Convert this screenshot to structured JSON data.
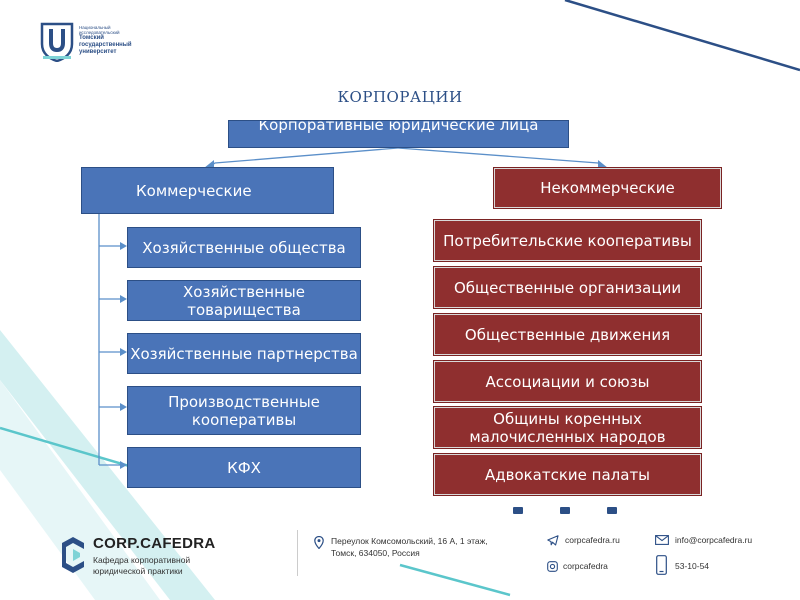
{
  "title": "КОРПОРАЦИИ",
  "root": {
    "label": "Корпоративные юридические лица"
  },
  "branches": {
    "commercial": {
      "label": "Коммерческие",
      "items": [
        "Хозяйственные общества",
        "Хозяйственные товарищества",
        "Хозяйственные партнерства",
        "Производственные кооперативы",
        "КФХ"
      ]
    },
    "noncommercial": {
      "label": "Некоммерческие",
      "items": [
        "Потребительские кооперативы",
        "Общественные организации",
        "Общественные движения",
        "Ассоциации и союзы",
        "Общины коренных малочисленных народов",
        "Адвокатские палаты"
      ]
    }
  },
  "logo": {
    "line1": "Национальный",
    "line2": "исследовательский",
    "line3": "Томский",
    "line4": "государственный",
    "line5": "университет"
  },
  "footer": {
    "brand": "CORP.CAFEDRA",
    "brand_sub1": "Кафедра корпоративной",
    "brand_sub2": "юридической практики",
    "address1": "Переулок Комсомольский, 16 А, 1 этаж,",
    "address2": "Томск, 634050, Россия",
    "telegram": "corpcafedra.ru",
    "instagram": "corpcafedra",
    "email": "info@corpcafedra.ru",
    "phone": "53-10-54"
  },
  "colors": {
    "blue": "#4a74b8",
    "red": "#8f2f2f",
    "teal": "#7ed3d6",
    "navy": "#2c4f86"
  }
}
